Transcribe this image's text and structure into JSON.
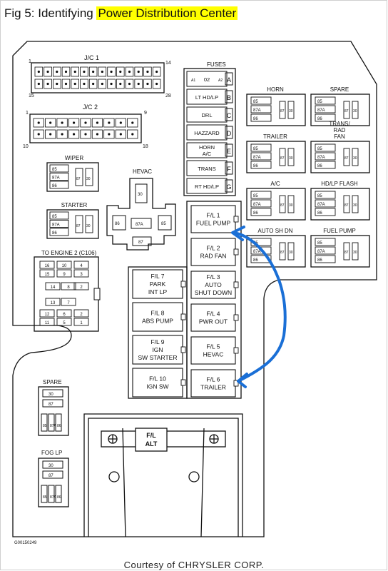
{
  "title": {
    "prefix": "Fig 5: Identifying ",
    "highlight": "Power Distribution Center"
  },
  "colors": {
    "highlight": "#ffff00",
    "arrow": "#1a6fd6",
    "line": "#111111"
  },
  "jc1": {
    "label": "J/C 1",
    "pin_tl": "1",
    "pin_tr": "14",
    "pin_bl": "15",
    "pin_br": "28"
  },
  "jc2": {
    "label": "J/C 2",
    "pin_tl": "1",
    "pin_tr": "9",
    "pin_bl": "10",
    "pin_br": "18"
  },
  "fuses": {
    "label": "FUSES",
    "items": [
      "02",
      "LT HD/LP",
      "DRL",
      "HAZZARD",
      "HORN A/C",
      "TRANS",
      "RT HD/LP"
    ],
    "letters": [
      "A",
      "B",
      "C",
      "D",
      "E",
      "F",
      "G"
    ],
    "side_a1": "A1",
    "side_a2": "A2"
  },
  "relays": {
    "horn": "HORN",
    "spare": "SPARE",
    "trailer": "TRAILER",
    "trans_rad_fan": "TRANS/ RAD FAN",
    "ac": "A/C",
    "hdlp_flash": "HD/LP FLASH",
    "auto_sh_dn": "AUTO SH DN",
    "fuel_pump": "FUEL PUMP",
    "wiper": "WIPER",
    "starter": "STARTER",
    "hevac": "HEVAC",
    "pin85": "85",
    "pin86": "86",
    "pin87": "87",
    "pin87a": "87A",
    "pin30": "30"
  },
  "to_engine": {
    "label": "TO ENGINE 2 (C106)",
    "pins": [
      "16",
      "10",
      "4",
      "15",
      "9",
      "3",
      "14",
      "8",
      "2",
      "13",
      "7",
      "12",
      "6",
      "2",
      "11",
      "5",
      "1"
    ]
  },
  "fusible_links": {
    "left": [
      "F/L 7 PARK INT LP",
      "F/L 8 ABS PUMP",
      "F/L 9 IGN SW STARTER",
      "F/L 10 IGN SW"
    ],
    "right": [
      "F/L 1 FUEL PUMP",
      "F/L 2 RAD FAN",
      "F/L 3 AUTO SHUT DOWN",
      "F/L 4 PWR OUT",
      "F/L 5 HEVAC",
      "F/L 6 TRAILER"
    ],
    "alt": "F/L ALT"
  },
  "spare_lower": "SPARE",
  "fog_lp": "FOG LP",
  "image_code": "G00150249",
  "courtesy": "Courtesy of CHRYSLER CORP."
}
